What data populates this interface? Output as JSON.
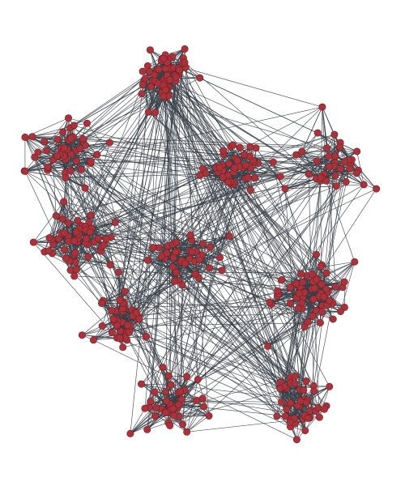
{
  "graph": {
    "kind": "network",
    "directed": false,
    "node_color": "#a6343c",
    "node_stroke": "#7a1c22",
    "edge_color": "#384048",
    "background": "#ffffff",
    "communities": [
      {
        "id": "c1",
        "nodes": 62
      },
      {
        "id": "c2",
        "nodes": 48
      },
      {
        "id": "c3",
        "nodes": 44
      },
      {
        "id": "c4",
        "nodes": 38
      },
      {
        "id": "c5",
        "nodes": 52
      },
      {
        "id": "c6",
        "nodes": 40
      },
      {
        "id": "c7",
        "nodes": 60
      },
      {
        "id": "c8",
        "nodes": 46
      },
      {
        "id": "c9",
        "nodes": 42
      },
      {
        "id": "c10",
        "nodes": 44
      }
    ]
  }
}
